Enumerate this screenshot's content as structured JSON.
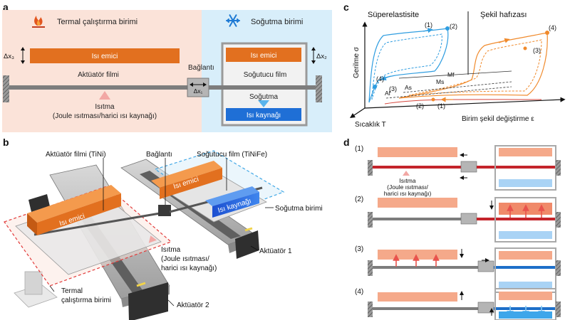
{
  "panels": {
    "a": "a",
    "b": "b",
    "c": "c",
    "d": "d"
  },
  "panel_a": {
    "thermal_unit_title": "Termal çalıştırma birimi",
    "cooling_unit_title": "Soğutma birimi",
    "heat_sink_left": "Isı emici",
    "heat_sink_right": "Isı emici",
    "actuator_film": "Aktüatör filmi",
    "connection": "Bağlantı",
    "refrigerant_film": "Soğutucu film",
    "cooling": "Soğutma",
    "heat_source": "Isı kaynağı",
    "heating": "Isıtma",
    "heating_detail": "(Joule ısıtması/harici ısı kaynağı)",
    "dx1": "Δx₁",
    "dx2": "Δx₂",
    "dx3": "Δx₃"
  },
  "panel_b": {
    "actuator_film_label": "Aktüatör filmi (TiNi)",
    "connection_label": "Bağlantı",
    "refrigerant_film_label": "Soğutucu film (TiNiFe)",
    "heat_sink_1": "Isı emici",
    "heat_sink_2": "Isı emici",
    "heat_source": "Isı kaynağı",
    "cooling_unit": "Soğutma birimi",
    "heating_line1": "Isıtma",
    "heating_line2": "(Joule ısıtması/",
    "heating_line3": "harici ısı kaynağı)",
    "actuator_1": "Aktüatör 1",
    "thermal_unit_line1": "Termal",
    "thermal_unit_line2": "çalıştırma birimi",
    "actuator_2": "Aktüatör 2"
  },
  "panel_c": {
    "superelasticity": "Süperelastisite",
    "shape_memory": "Şekil hafızası",
    "stress_axis": "Gerilme σ",
    "temperature_axis": "Sıcaklık T",
    "strain_axis": "Birim şekil değiştirme ε",
    "Ms": "Ms",
    "Mf": "Mf",
    "As": "As",
    "Af": "Af",
    "markers_se": [
      "(1)",
      "(2)",
      "(3)",
      "(4)"
    ],
    "markers_sm": [
      "(4)",
      "(3)",
      "(2)",
      "(1)"
    ]
  },
  "panel_d": {
    "steps": [
      "(1)",
      "(2)",
      "(3)",
      "(4)"
    ],
    "heating_line1": "Isıtma",
    "heating_line2": "(Joule ısıtması/",
    "heating_line3": "harici ısı kaynağı)"
  },
  "colors": {
    "heat_sink_orange": "#e2701f",
    "heat_source_blue": "#1f6fd6",
    "warm_bg": "#fbe3d9",
    "cool_bg": "#d8eefa",
    "film_gray": "#7d7d7d",
    "actuator_red": "#c4242b",
    "refrigerant_blue": "#1d6fc9",
    "arrow_red": "#e8534d",
    "arrow_cool": "#3ea6ea"
  }
}
